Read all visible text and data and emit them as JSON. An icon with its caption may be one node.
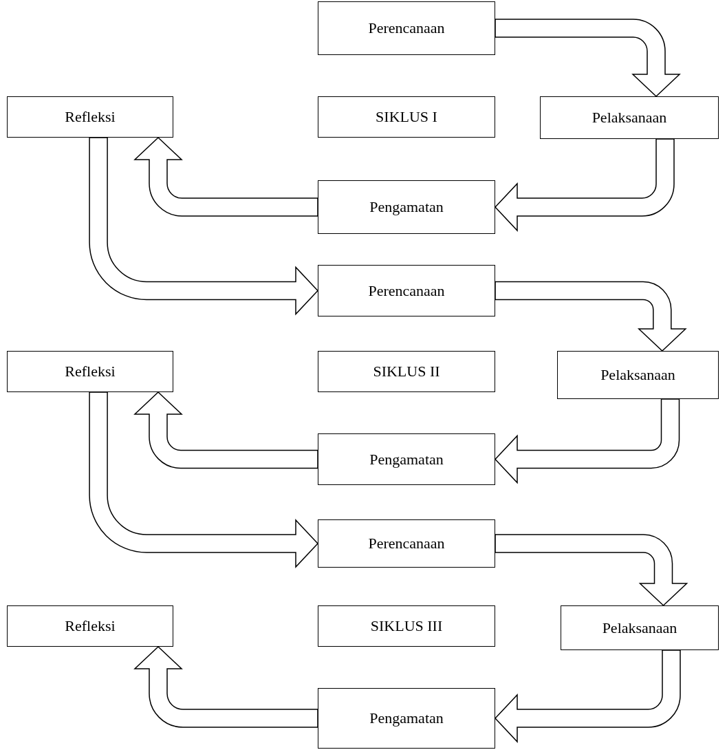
{
  "diagram": {
    "nodes": [
      {
        "text": [
          "Perencanaan"
        ]
      },
      {
        "text": [
          "Refleksi"
        ]
      },
      {
        "text": [
          "SIKLUS I"
        ]
      },
      {
        "text": [
          "Pelaksanaan"
        ]
      },
      {
        "text": [
          "Pengamatan"
        ]
      },
      {
        "text": [
          "Perencanaan"
        ]
      },
      {
        "text": [
          "Refleksi"
        ]
      },
      {
        "text": [
          "SIKLUS II"
        ]
      },
      {
        "text": [
          "Pelaksanaan"
        ]
      },
      {
        "text": [
          "Pengamatan"
        ]
      },
      {
        "text": [
          "Perencanaan"
        ]
      },
      {
        "text": [
          "Refleksi"
        ]
      },
      {
        "text": [
          "SIKLUS III"
        ]
      },
      {
        "text": [
          "Pelaksanaan"
        ]
      },
      {
        "text": [
          "Pengamatan"
        ]
      }
    ],
    "edges": [
      {
        "from": 0,
        "to": 3,
        "arrow": "to"
      },
      {
        "from": 3,
        "to": 4,
        "arrow": "to"
      },
      {
        "from": 4,
        "to": 1,
        "arrow": "to"
      },
      {
        "from": 1,
        "to": 5,
        "arrow": "to"
      },
      {
        "from": 5,
        "to": 8,
        "arrow": "to"
      },
      {
        "from": 8,
        "to": 9,
        "arrow": "to"
      },
      {
        "from": 9,
        "to": 6,
        "arrow": "to"
      },
      {
        "from": 6,
        "to": 10,
        "arrow": "to"
      },
      {
        "from": 10,
        "to": 13,
        "arrow": "to"
      },
      {
        "from": 13,
        "to": 14,
        "arrow": "to"
      },
      {
        "from": 14,
        "to": 11,
        "arrow": "to"
      }
    ]
  }
}
